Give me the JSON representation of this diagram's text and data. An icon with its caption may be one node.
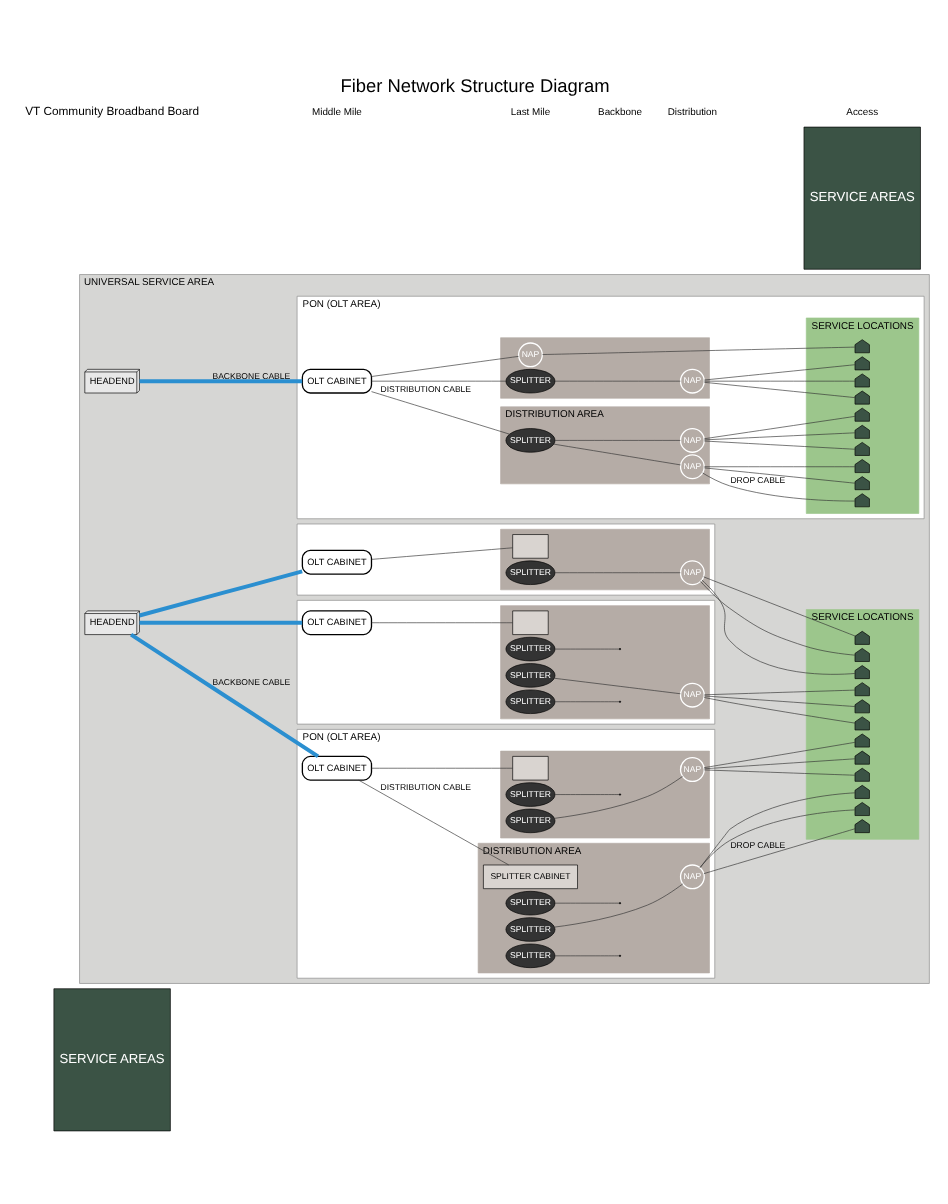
{
  "diagram": {
    "title": "Fiber Network Structure Diagram",
    "nodes": [
      {
        "text": [
          "SERVICE AREAS"
        ]
      },
      {
        "text": [
          "UNIVERSAL SERVICE AREA"
        ]
      },
      {
        "text": [
          "HEADEND"
        ],
        "in": 1
      },
      {
        "text": [
          "PON (OLT AREA)"
        ],
        "in": 1
      },
      {
        "text": [
          "OLT CABINET"
        ],
        "in": 3
      },
      {
        "text": [
          "DISTRIBUTION AREA"
        ],
        "in": 3
      },
      {
        "text": [
          "SPLITTER"
        ],
        "in": 5
      },
      {
        "text": [
          "NAP"
        ],
        "in": 5
      },
      {
        "text": [
          "NAP"
        ],
        "in": 5
      },
      {
        "text": [],
        "shape": "box",
        "in": 3
      },
      {
        "text": [
          "SPLITTER"
        ],
        "in": 9
      },
      {
        "text": [
          "NAP"
        ],
        "in": 9
      },
      {
        "text": [
          "NAP"
        ],
        "in": 9
      },
      {
        "text": [
          "SERVICE LOCATIONS"
        ],
        "in": 3
      },
      {
        "text": [],
        "shape": "house",
        "in": 13
      },
      {
        "text": [],
        "shape": "house",
        "in": 13
      },
      {
        "text": [],
        "shape": "house",
        "in": 13
      },
      {
        "text": [],
        "shape": "house",
        "in": 13
      },
      {
        "text": [],
        "shape": "house",
        "in": 13
      },
      {
        "text": [],
        "shape": "house",
        "in": 13
      },
      {
        "text": [],
        "shape": "house",
        "in": 13
      },
      {
        "text": [],
        "shape": "house",
        "in": 13
      },
      {
        "text": [],
        "shape": "house",
        "in": 13
      },
      {
        "text": [],
        "shape": "house",
        "in": 13
      },
      {
        "text": [
          "PON (OLT AREA)"
        ],
        "in": 1
      },
      {
        "text": [
          "OLT CABINET"
        ],
        "in": 24
      },
      {
        "text": [
          "DISTRIBUTION AREA"
        ],
        "in": 24
      },
      {
        "text": [
          "SPLITTER CABINET"
        ],
        "in": 26
      },
      {
        "text": [
          "SPLITTER"
        ],
        "in": 26
      },
      {
        "text": [
          "SPLITTER"
        ],
        "in": 26
      },
      {
        "text": [
          "SPLITTER"
        ],
        "in": 26
      },
      {
        "text": [
          "NAP"
        ],
        "in": 26
      },
      {
        "text": [],
        "shape": "box",
        "in": 24
      },
      {
        "text": [],
        "shape": "box",
        "in": 32
      },
      {
        "text": [
          "SPLITTER"
        ],
        "in": 32
      },
      {
        "text": [
          "SPLITTER"
        ],
        "in": 32
      },
      {
        "text": [
          "NAP"
        ],
        "in": 32
      },
      {
        "text": [],
        "shape": "box",
        "in": 1
      },
      {
        "text": [
          "OLT CABINET"
        ],
        "in": 37
      },
      {
        "text": [],
        "shape": "box",
        "in": 37
      },
      {
        "text": [],
        "shape": "box",
        "in": 39
      },
      {
        "text": [
          "SPLITTER"
        ],
        "in": 39
      },
      {
        "text": [
          "SPLITTER"
        ],
        "in": 39
      },
      {
        "text": [
          "SPLITTER"
        ],
        "in": 39
      },
      {
        "text": [
          "NAP"
        ],
        "in": 39
      },
      {
        "text": [],
        "shape": "box",
        "in": 1
      },
      {
        "text": [
          "OLT CABINET"
        ],
        "in": 45
      },
      {
        "text": [],
        "shape": "box",
        "in": 45
      },
      {
        "text": [],
        "shape": "box",
        "in": 47
      },
      {
        "text": [
          "SPLITTER"
        ],
        "in": 47
      },
      {
        "text": [
          "NAP"
        ],
        "in": 47
      },
      {
        "text": [
          "SERVICE LOCATIONS"
        ],
        "in": 1
      },
      {
        "text": [],
        "shape": "house",
        "in": 51
      },
      {
        "text": [],
        "shape": "house",
        "in": 51
      },
      {
        "text": [],
        "shape": "house",
        "in": 51
      },
      {
        "text": [],
        "shape": "house",
        "in": 51
      },
      {
        "text": [],
        "shape": "house",
        "in": 51
      },
      {
        "text": [],
        "shape": "house",
        "in": 51
      },
      {
        "text": [],
        "shape": "house",
        "in": 51
      },
      {
        "text": [],
        "shape": "house",
        "in": 51
      },
      {
        "text": [],
        "shape": "house",
        "in": 51
      },
      {
        "text": [],
        "shape": "house",
        "in": 51
      },
      {
        "text": [],
        "shape": "house",
        "in": 51
      },
      {
        "text": [],
        "shape": "house",
        "in": 51
      },
      {
        "text": [
          "HEADEND"
        ],
        "in": 1
      },
      {
        "text": [
          "SERVICE AREAS"
        ]
      }
    ],
    "edges": [
      {
        "from": 2,
        "to": 4,
        "arrow": "none",
        "label": "BACKBONE CABLE",
        "style": "thick",
        "color": "#2b8fd0"
      },
      {
        "from": 4,
        "to": 6,
        "arrow": "none",
        "label": "DISTRIBUTION CABLE"
      },
      {
        "from": 6,
        "to": 7,
        "arrow": "none"
      },
      {
        "from": 6,
        "to": 8,
        "arrow": "none"
      },
      {
        "from": 7,
        "to": 14,
        "arrow": "none",
        "label": "DROP CABLE"
      },
      {
        "from": 7,
        "to": 15,
        "arrow": "none"
      },
      {
        "from": 7,
        "to": 16,
        "arrow": "none"
      },
      {
        "from": 8,
        "to": 17,
        "arrow": "none"
      },
      {
        "from": 8,
        "to": 18,
        "arrow": "none"
      },
      {
        "from": 8,
        "to": 19,
        "arrow": "none"
      },
      {
        "from": 4,
        "to": 10,
        "arrow": "none"
      },
      {
        "from": 10,
        "to": 11,
        "arrow": "none"
      },
      {
        "from": 11,
        "to": 20,
        "arrow": "none"
      },
      {
        "from": 11,
        "to": 21,
        "arrow": "none"
      },
      {
        "from": 11,
        "to": 22,
        "arrow": "none"
      },
      {
        "from": 4,
        "to": 12,
        "arrow": "none"
      },
      {
        "from": 12,
        "to": 23,
        "arrow": "none"
      },
      {
        "from": 64,
        "to": 25,
        "arrow": "none",
        "label": "BACKBONE CABLE",
        "style": "thick",
        "color": "#2b8fd0"
      },
      {
        "from": 64,
        "to": 38,
        "arrow": "none",
        "style": "thick",
        "color": "#2b8fd0"
      },
      {
        "from": 64,
        "to": 46,
        "arrow": "none",
        "style": "thick",
        "color": "#2b8fd0"
      },
      {
        "from": 25,
        "to": 27,
        "arrow": "none",
        "label": "DISTRIBUTION CABLE"
      },
      {
        "from": 28,
        "to": null,
        "arrow": "none"
      },
      {
        "from": 29,
        "to": 31,
        "arrow": "none"
      },
      {
        "from": 30,
        "to": null,
        "arrow": "none"
      },
      {
        "from": 31,
        "to": 52,
        "arrow": "none",
        "label": "DROP CABLE"
      },
      {
        "from": 31,
        "to": 53,
        "arrow": "none"
      },
      {
        "from": 31,
        "to": 54,
        "arrow": "none"
      },
      {
        "from": 25,
        "to": 33,
        "arrow": "none"
      },
      {
        "from": 34,
        "to": null,
        "arrow": "none"
      },
      {
        "from": 35,
        "to": 36,
        "arrow": "none"
      },
      {
        "from": 36,
        "to": 55,
        "arrow": "none"
      },
      {
        "from": 36,
        "to": 56,
        "arrow": "none"
      },
      {
        "from": 36,
        "to": 57,
        "arrow": "none"
      },
      {
        "from": 38,
        "to": 40,
        "arrow": "none"
      },
      {
        "from": 41,
        "to": null,
        "arrow": "none"
      },
      {
        "from": 42,
        "to": 44,
        "arrow": "none"
      },
      {
        "from": 43,
        "to": null,
        "arrow": "none"
      },
      {
        "from": 44,
        "to": 58,
        "arrow": "none"
      },
      {
        "from": 44,
        "to": 59,
        "arrow": "none"
      },
      {
        "from": 44,
        "to": 60,
        "arrow": "none"
      },
      {
        "from": 46,
        "to": 48,
        "arrow": "none"
      },
      {
        "from": 49,
        "to": 50,
        "arrow": "none"
      },
      {
        "from": 50,
        "to": 61,
        "arrow": "none"
      },
      {
        "from": 50,
        "to": 62,
        "arrow": "none"
      },
      {
        "from": 50,
        "to": 63,
        "arrow": "none"
      }
    ],
    "labels": [
      "VT Community Broadband Board",
      "Middle Mile",
      "Last Mile",
      "Backbone",
      "Distribution",
      "Access"
    ]
  }
}
